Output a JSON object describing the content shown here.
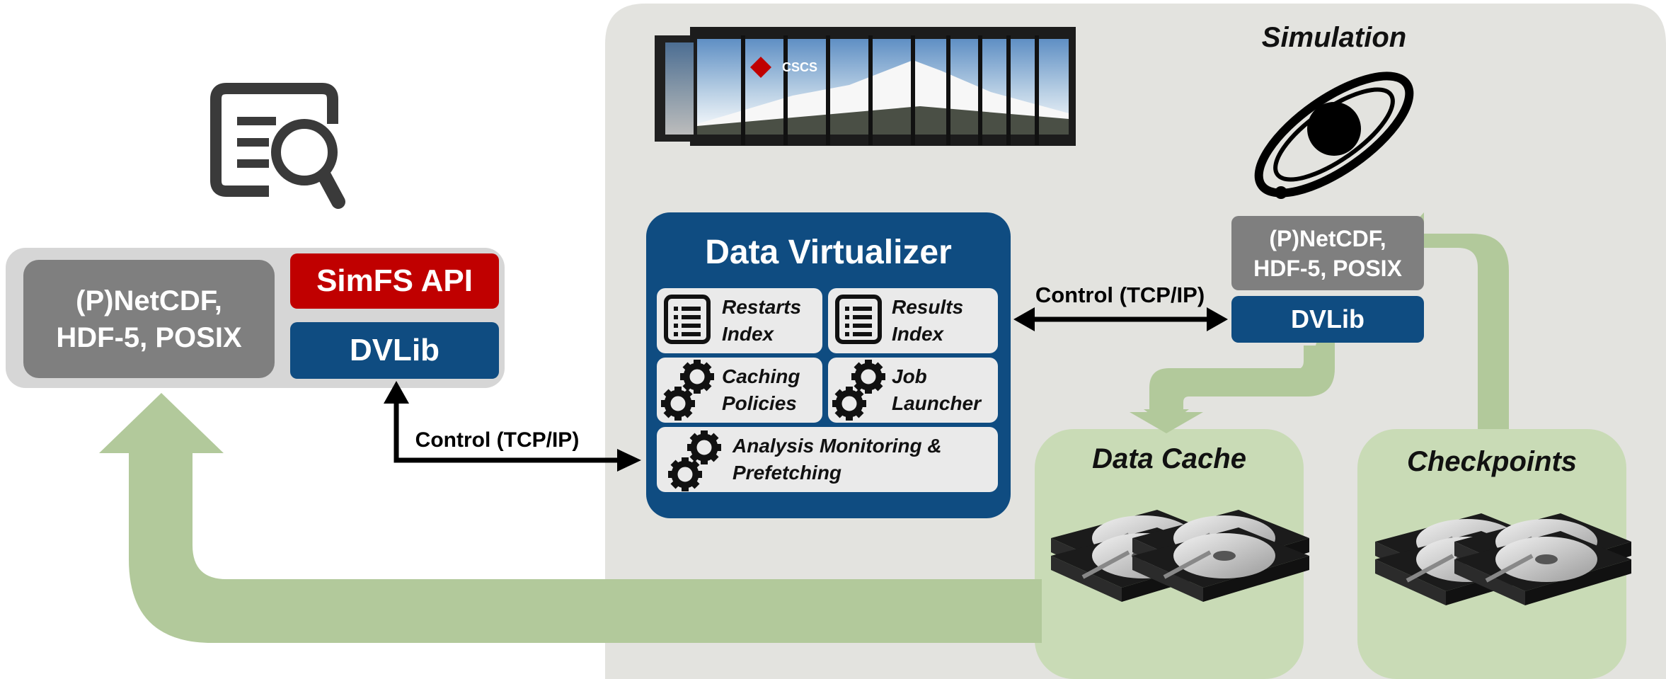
{
  "client": {
    "io_libs_label": "(P)NetCDF,\nHDF-5, POSIX",
    "simfs_api_label": "SimFS API",
    "dvlib_label": "DVLib",
    "control_label": "Control (TCP/IP)"
  },
  "data_virtualizer": {
    "title": "Data Virtualizer",
    "modules": [
      {
        "label": "Restarts\nIndex",
        "icon": "list-icon"
      },
      {
        "label": "Results\nIndex",
        "icon": "list-icon"
      },
      {
        "label": "Caching\nPolicies",
        "icon": "gears-icon"
      },
      {
        "label": "Job\nLauncher",
        "icon": "gears-icon"
      },
      {
        "label": "Analysis Monitoring &\nPrefetching",
        "icon": "gears-icon"
      }
    ]
  },
  "simulation": {
    "title": "Simulation",
    "io_libs_label": "(P)NetCDF,\nHDF-5, POSIX",
    "dvlib_label": "DVLib",
    "control_label": "Control (TCP/IP)"
  },
  "storage": {
    "data_cache_label": "Data Cache",
    "checkpoints_label": "Checkpoints"
  },
  "supercomputer": {
    "logo_text": "CSCS"
  },
  "colors": {
    "navy": "#0f4c81",
    "red": "#c00000",
    "gray_box": "#7f7f7f",
    "light_gray_panel": "#e3e3df",
    "green_arrow": "#b2c99b",
    "green_box": "#c9dbb6"
  }
}
